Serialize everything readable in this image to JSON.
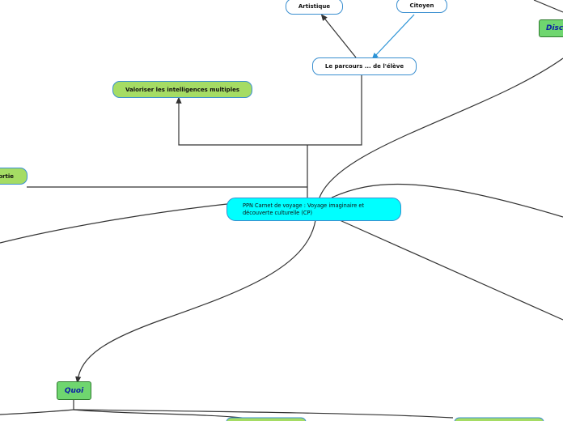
{
  "map": {
    "central": {
      "label": "PPN Carnet de voyage : Voyage imaginaire et découverte culturelle (CP)"
    },
    "nodes": {
      "artistique": "Artistique",
      "citoyen": "Citoyen",
      "parcours": "Le parcours ... de l'élève",
      "valoriser": "Valoriser les intelligences multiples",
      "sortie_partial": "ortie",
      "disc_partial": "Disc",
      "quoi": "Quoi"
    },
    "colors": {
      "central_fill": "#00ffff",
      "topic_green": "#a5dc64",
      "category_green": "#6fd66f",
      "border_blue": "#3a8fd0",
      "category_text": "#0b1ea6",
      "connector_dark": "#333333",
      "connector_blue": "#2b93d6"
    }
  }
}
